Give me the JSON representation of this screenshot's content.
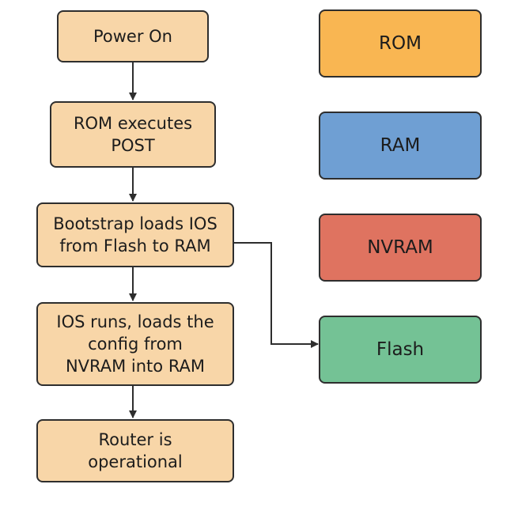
{
  "steps": [
    {
      "label": "Power On"
    },
    {
      "label": "ROM executes\nPOST"
    },
    {
      "label": "Bootstrap loads IOS\nfrom Flash to RAM"
    },
    {
      "label": "IOS runs, loads the\nconfig from\nNVRAM into RAM"
    },
    {
      "label": "Router is\noperational"
    }
  ],
  "memory": [
    {
      "label": "ROM",
      "color": "#f9b652"
    },
    {
      "label": "RAM",
      "color": "#6f9fd3"
    },
    {
      "label": "NVRAM",
      "color": "#df7360"
    },
    {
      "label": "Flash",
      "color": "#74c295"
    }
  ],
  "edges": [
    {
      "from": "Power On",
      "to": "ROM executes POST"
    },
    {
      "from": "ROM executes POST",
      "to": "Bootstrap loads IOS from Flash to RAM"
    },
    {
      "from": "Bootstrap loads IOS from Flash to RAM",
      "to": "IOS runs, loads the config from NVRAM into RAM"
    },
    {
      "from": "IOS runs, loads the config from NVRAM into RAM",
      "to": "Router is operational"
    },
    {
      "from": "Bootstrap loads IOS from Flash to RAM",
      "to": "Flash"
    }
  ]
}
